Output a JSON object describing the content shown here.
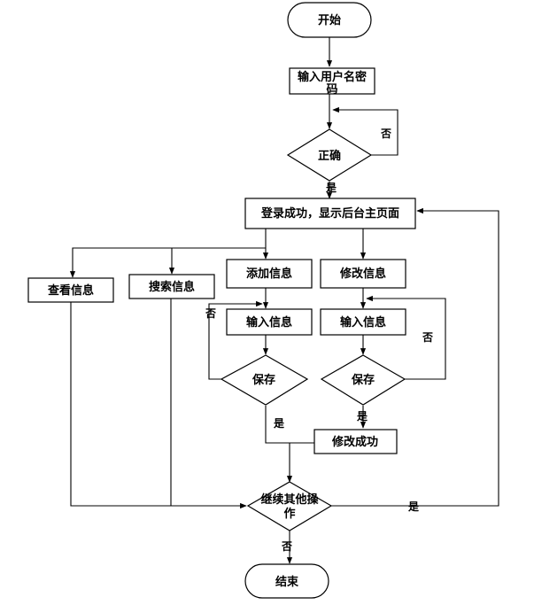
{
  "nodes": {
    "start": "开始",
    "login_input_l1": "输入用户名密",
    "login_input_l2": "码",
    "check_correct": "正确",
    "login_success": "登录成功，显示后台主页面",
    "view_info": "查看信息",
    "search_info": "搜索信息",
    "add_info": "添加信息",
    "modify_info": "修改信息",
    "add_input": "输入信息",
    "modify_input": "输入信息",
    "add_save": "保存",
    "modify_save": "保存",
    "modify_success": "修改成功",
    "continue_l1": "继续其他操",
    "continue_l2": "作",
    "end": "结束"
  },
  "edge_labels": {
    "login_no": "否",
    "login_yes": "是",
    "add_save_no": "否",
    "add_save_yes": "是",
    "modify_save_no": "否",
    "modify_save_yes": "是",
    "continue_yes": "是",
    "continue_no": "否"
  }
}
